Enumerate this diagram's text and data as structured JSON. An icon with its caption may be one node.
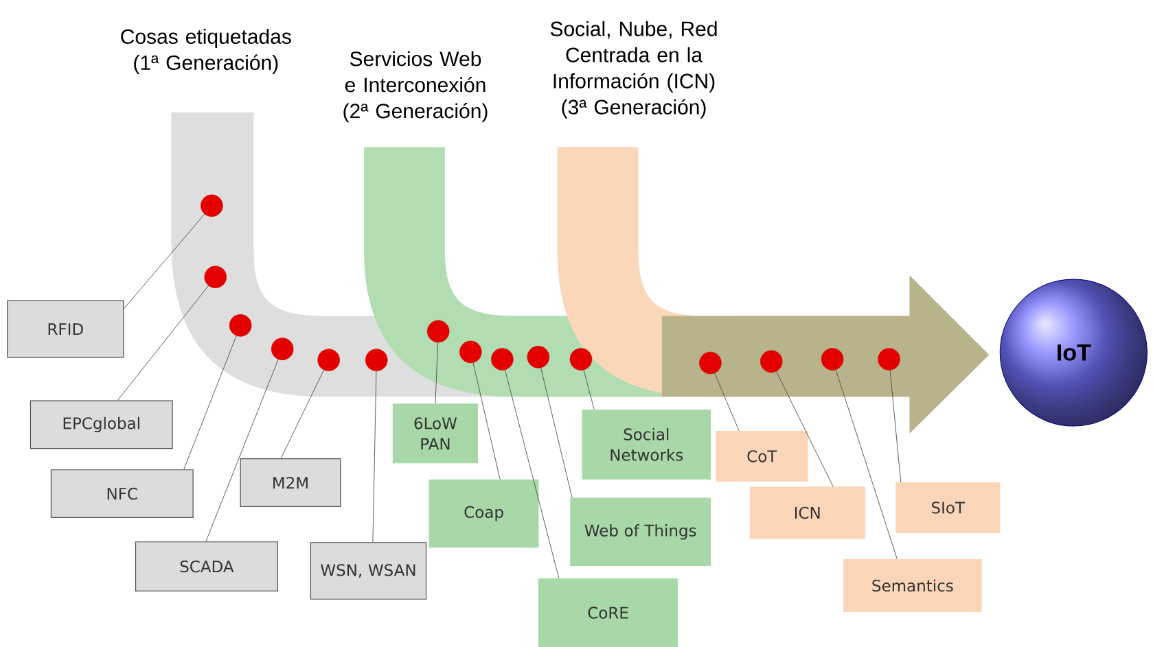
{
  "diagram": {
    "nodes": [
      {
        "text": [
          "RFID"
        ]
      },
      {
        "text": [
          "EPCglobal"
        ]
      },
      {
        "text": [
          "NFC"
        ]
      },
      {
        "text": [
          "SCADA"
        ]
      },
      {
        "text": [
          "M2M"
        ]
      },
      {
        "text": [
          "WSN, WSAN"
        ]
      },
      {
        "text": [
          "6LoW PAN"
        ]
      },
      {
        "text": [
          "Coap"
        ]
      },
      {
        "text": [
          "CoRE"
        ]
      },
      {
        "text": [
          "Web of Things"
        ]
      },
      {
        "text": [
          "Social Networks"
        ]
      },
      {
        "text": [
          "CoT"
        ]
      },
      {
        "text": [
          "ICN"
        ]
      },
      {
        "text": [
          "Semantics"
        ]
      },
      {
        "text": [
          "SIoT"
        ]
      },
      {
        "text": [],
        "shape": "circle"
      },
      {
        "text": [],
        "shape": "circle"
      },
      {
        "text": [],
        "shape": "circle"
      },
      {
        "text": [],
        "shape": "circle"
      },
      {
        "text": [],
        "shape": "circle"
      },
      {
        "text": [],
        "shape": "circle"
      },
      {
        "text": [],
        "shape": "circle"
      },
      {
        "text": [],
        "shape": "circle"
      },
      {
        "text": [],
        "shape": "circle"
      },
      {
        "text": [],
        "shape": "circle"
      },
      {
        "text": [],
        "shape": "circle"
      },
      {
        "text": [],
        "shape": "circle"
      },
      {
        "text": [],
        "shape": "circle"
      },
      {
        "text": [],
        "shape": "circle"
      },
      {
        "text": [],
        "shape": "circle"
      },
      {
        "text": [
          "IoT"
        ]
      }
    ],
    "edges": [
      {
        "from": 0,
        "to": 15,
        "arrow": "none"
      },
      {
        "from": 1,
        "to": 16,
        "arrow": "none"
      },
      {
        "from": 2,
        "to": 17,
        "arrow": "none"
      },
      {
        "from": 3,
        "to": 18,
        "arrow": "none"
      },
      {
        "from": 4,
        "to": 19,
        "arrow": "none"
      },
      {
        "from": 5,
        "to": 20,
        "arrow": "none"
      },
      {
        "from": 6,
        "to": 21,
        "arrow": "none"
      },
      {
        "from": 7,
        "to": 22,
        "arrow": "none"
      },
      {
        "from": 8,
        "to": 23,
        "arrow": "none"
      },
      {
        "from": 9,
        "to": 24,
        "arrow": "none"
      },
      {
        "from": 10,
        "to": 25,
        "arrow": "none"
      },
      {
        "from": 11,
        "to": 26,
        "arrow": "none"
      },
      {
        "from": 12,
        "to": 27,
        "arrow": "none"
      },
      {
        "from": 13,
        "to": 28,
        "arrow": "none"
      },
      {
        "from": 14,
        "to": 29,
        "arrow": "none"
      }
    ],
    "labels": [
      "Cosas etiquetadas (1ª Generación)",
      "Servicios Web e Interconexión (2ª Generación)",
      "Social, Nube, Red Centrada en la Información (ICN) (3ª Generación)"
    ]
  }
}
